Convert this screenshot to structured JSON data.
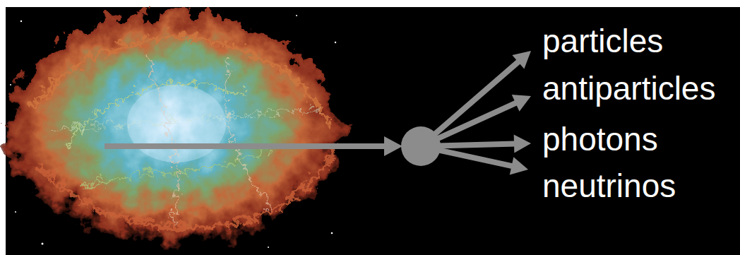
{
  "diagram": {
    "labels": [
      "particles",
      "antiparticles",
      "photons",
      "neutrinos"
    ]
  }
}
